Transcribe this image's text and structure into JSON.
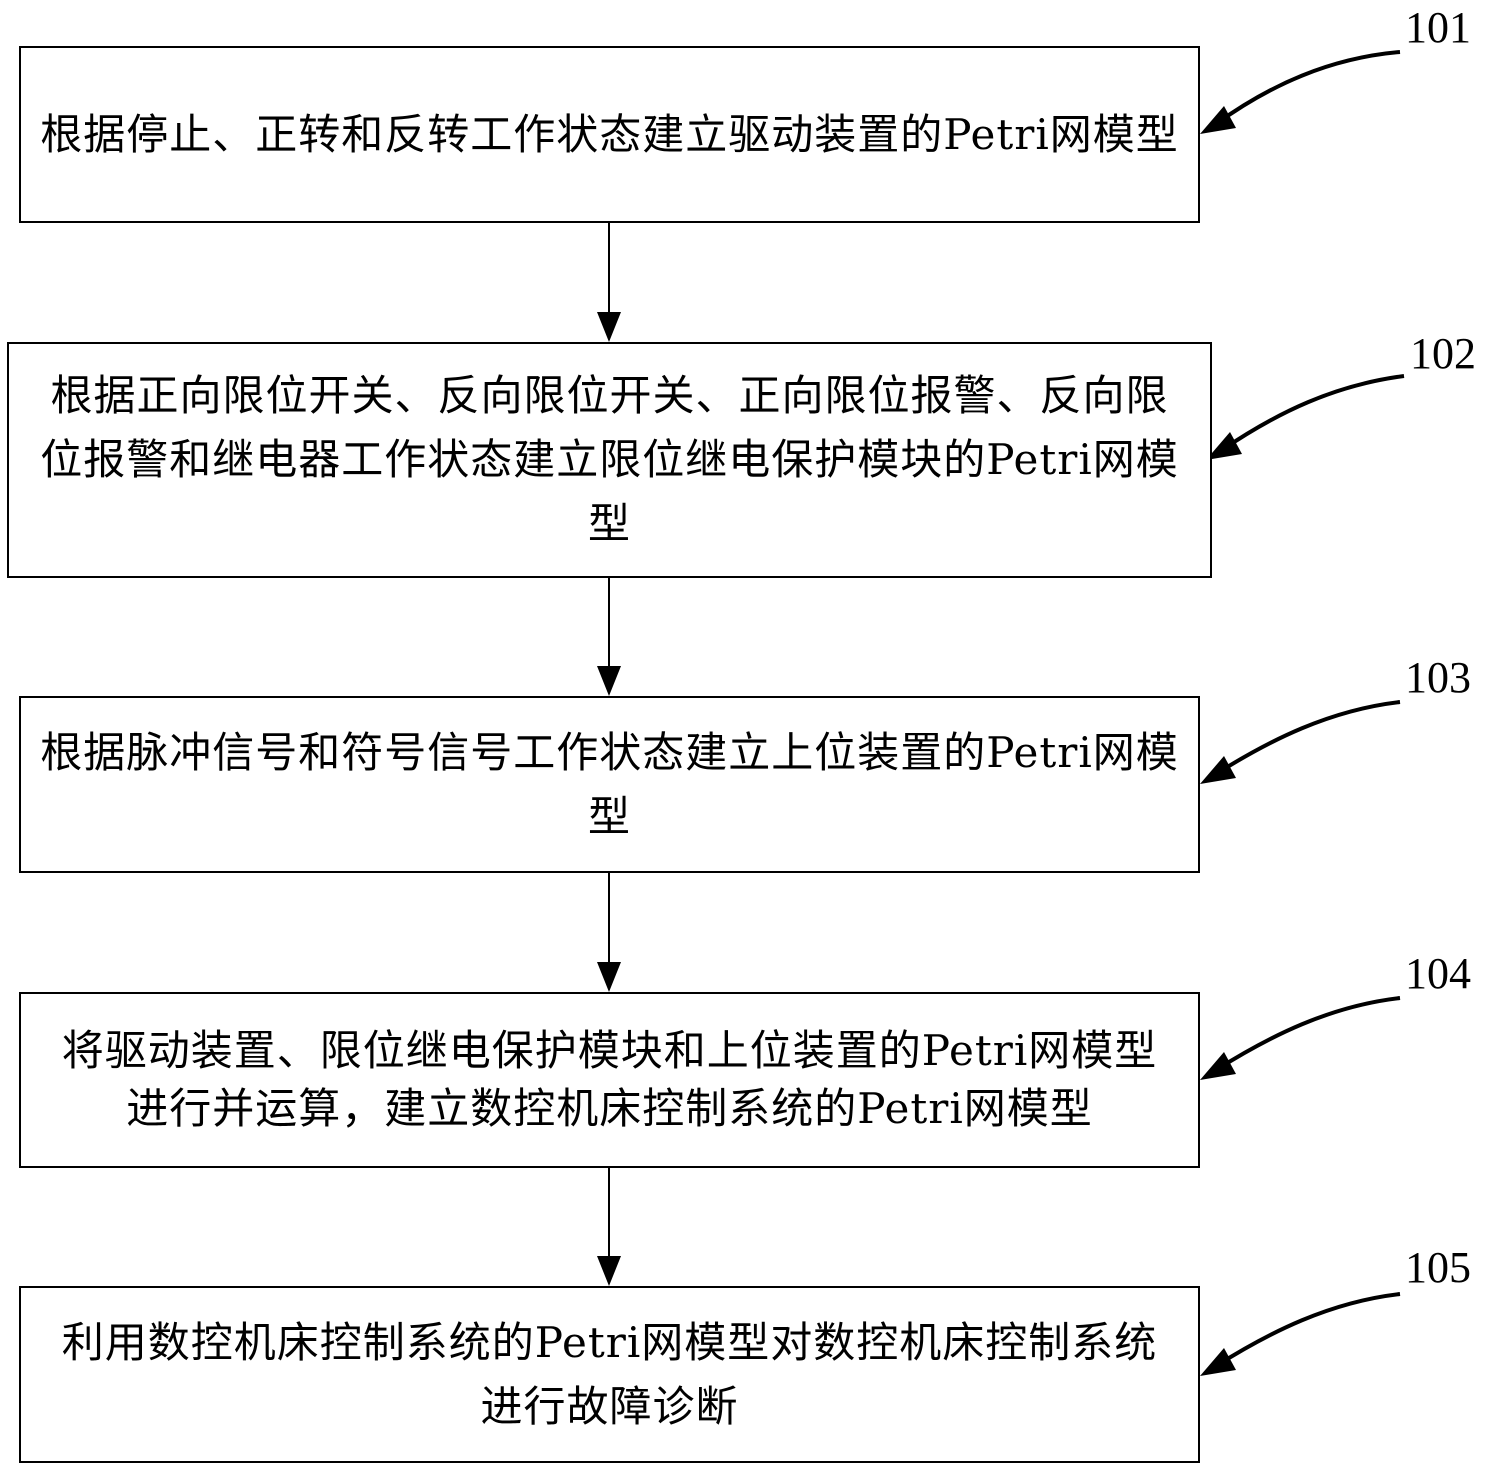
{
  "steps": [
    {
      "id": "101",
      "text": "根据停止、正转和反转工作状态建立驱动装置的Petri网模型"
    },
    {
      "id": "102",
      "text": "根据正向限位开关、反向限位开关、正向限位报警、反向限位报警和继电器工作状态建立限位继电保护模块的Petri网模型"
    },
    {
      "id": "103",
      "text": "根据脉冲信号和符号信号工作状态建立上位装置的Petri网模型"
    },
    {
      "id": "104",
      "text": "将驱动装置、限位继电保护模块和上位装置的Petri网模型进行并运算，建立数控机床控制系统的Petri网模型"
    },
    {
      "id": "105",
      "text": "利用数控机床控制系统的Petri网模型对数控机床控制系统进行故障诊断"
    }
  ]
}
